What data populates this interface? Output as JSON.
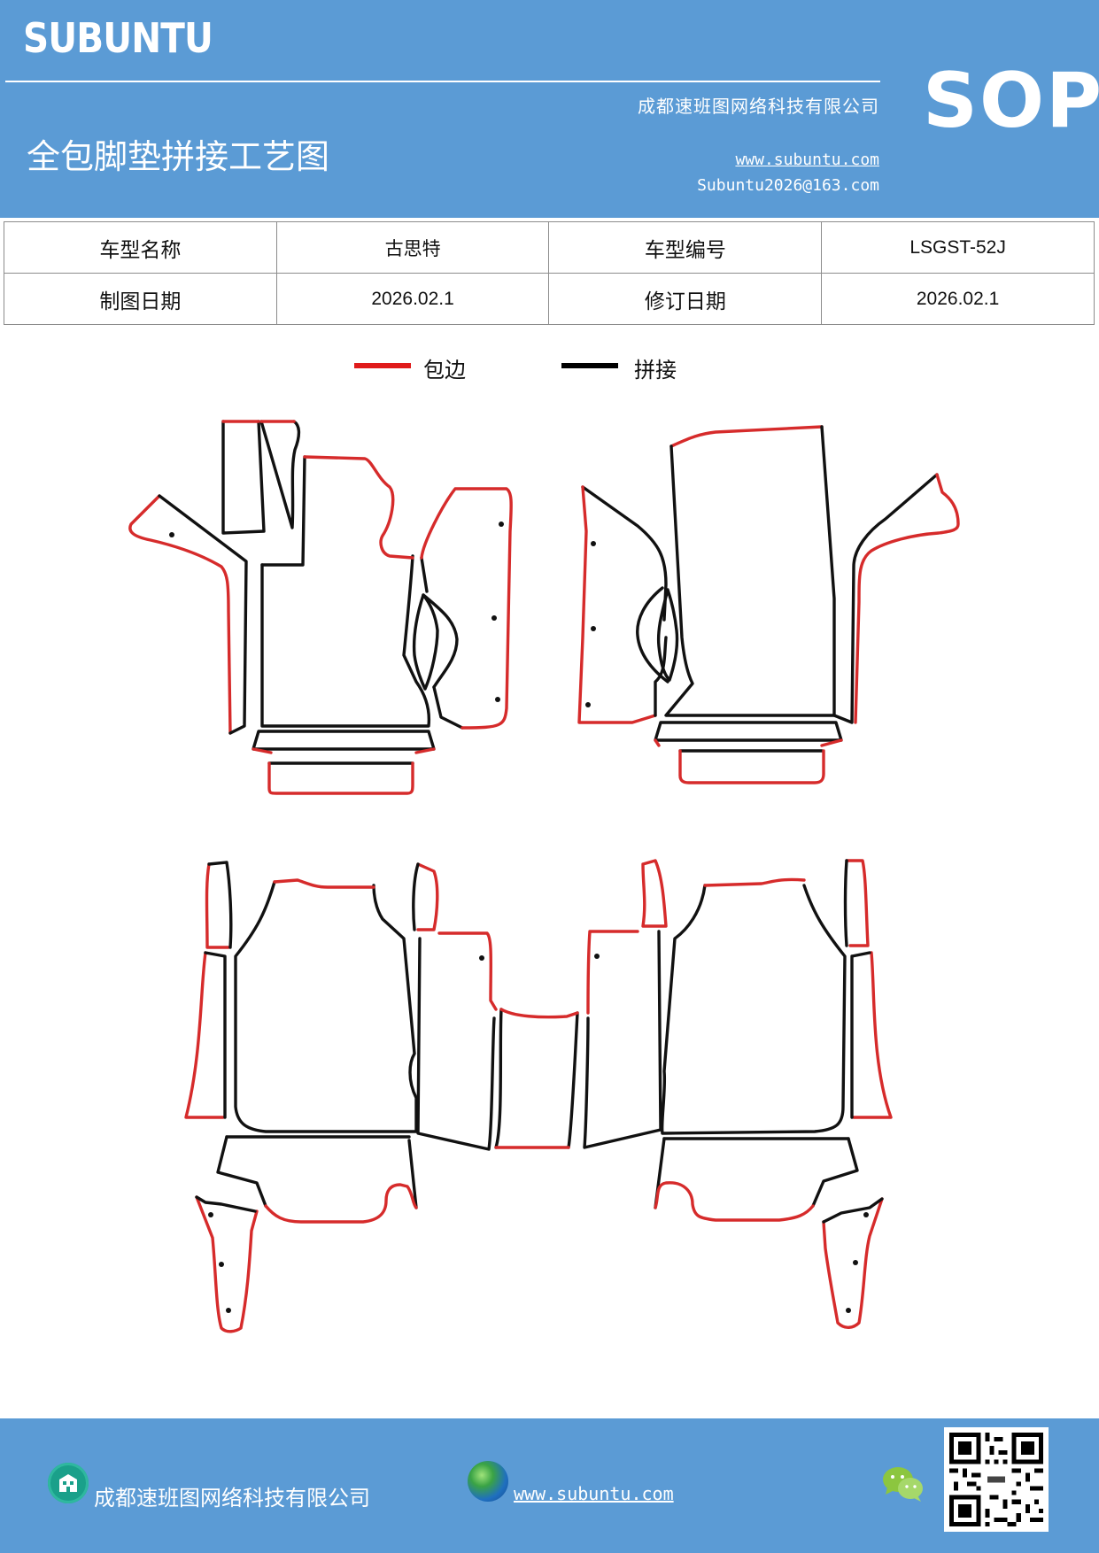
{
  "header": {
    "brand": "SUBUNTU",
    "sop": "SOP",
    "company": "成都速班图网络科技有限公司",
    "title": "全包脚垫拼接工艺图",
    "website": "www.subuntu.com",
    "email": "Subuntu2026@163.com"
  },
  "info": {
    "model_name_label": "车型名称",
    "model_name_value": "古思特",
    "model_code_label": "车型编号",
    "model_code_value": "LSGST-52J",
    "draw_date_label": "制图日期",
    "draw_date_value": "2026.02.1",
    "revise_date_label": "修订日期",
    "revise_date_value": "2026.02.1"
  },
  "legend": {
    "edge_label": "包边",
    "edge_color": "#e01b1b",
    "join_label": "拼接",
    "join_color": "#000000"
  },
  "footer": {
    "company": "成都速班图网络科技有限公司",
    "website": "www.subuntu.com",
    "icons": [
      "building-icon",
      "globe-icon",
      "wechat-icon",
      "qr-code"
    ]
  }
}
